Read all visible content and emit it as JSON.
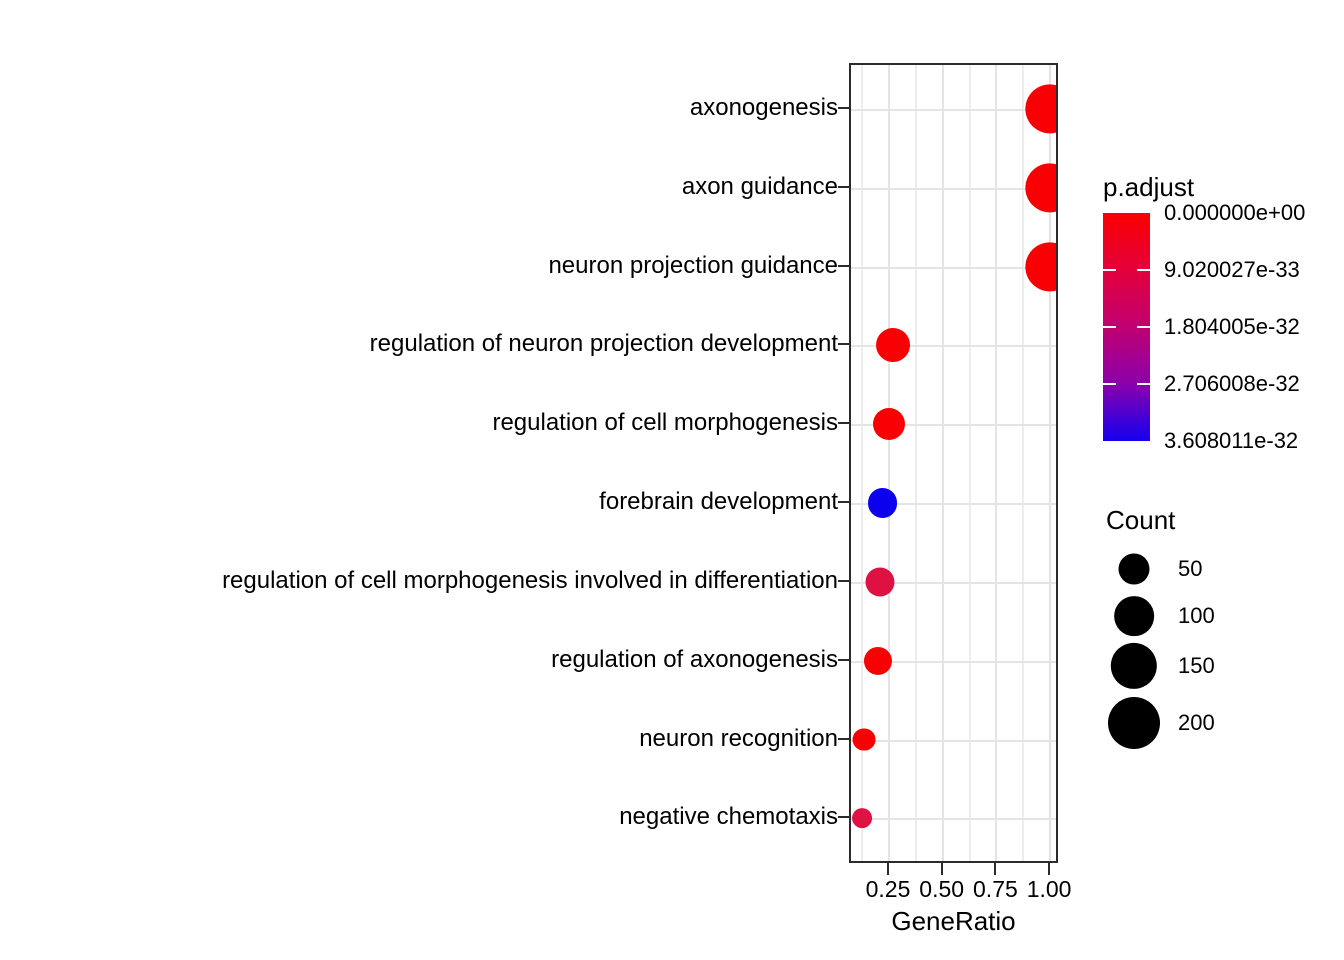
{
  "chart_data": {
    "type": "scatter",
    "subtype": "enrichment-dotplot",
    "title": "",
    "xlabel": "GeneRatio",
    "ylabel": "",
    "x_ticks": [
      0.25,
      0.5,
      0.75,
      1.0
    ],
    "x_tick_labels": [
      "0.25",
      "0.50",
      "0.75",
      "1.00"
    ],
    "x_minor_ticks": [
      0.125,
      0.375,
      0.625,
      0.875
    ],
    "xlim": [
      0.068,
      1.045
    ],
    "grid": "on",
    "categories": [
      "axonogenesis",
      "axon guidance",
      "neuron projection guidance",
      "regulation of neuron projection development",
      "regulation of cell morphogenesis",
      "forebrain development",
      "regulation of cell morphogenesis involved in differentiation",
      "regulation of axonogenesis",
      "neuron recognition",
      "negative chemotaxis"
    ],
    "points": [
      {
        "category": "axonogenesis",
        "gene_ratio": 1.0,
        "count": 175,
        "color": "#f90004"
      },
      {
        "category": "axon guidance",
        "gene_ratio": 1.0,
        "count": 175,
        "color": "#f90004"
      },
      {
        "category": "neuron projection guidance",
        "gene_ratio": 1.0,
        "count": 175,
        "color": "#f90004"
      },
      {
        "category": "regulation of neuron projection development",
        "gene_ratio": 0.27,
        "count": 65,
        "color": "#f90004"
      },
      {
        "category": "regulation of cell morphogenesis",
        "gene_ratio": 0.25,
        "count": 55,
        "color": "#f90004"
      },
      {
        "category": "forebrain development",
        "gene_ratio": 0.22,
        "count": 45,
        "color": "#0d00ee"
      },
      {
        "category": "regulation of cell morphogenesis involved in differentiation",
        "gene_ratio": 0.21,
        "count": 41,
        "color": "#dd1243"
      },
      {
        "category": "regulation of axonogenesis",
        "gene_ratio": 0.2,
        "count": 37,
        "color": "#f90004"
      },
      {
        "category": "neuron recognition",
        "gene_ratio": 0.135,
        "count": 19,
        "color": "#f90004"
      },
      {
        "category": "negative chemotaxis",
        "gene_ratio": 0.125,
        "count": 11,
        "color": "#df1243"
      }
    ],
    "legend_p_adjust": {
      "title": "p.adjust",
      "labels": [
        "0.000000e+00",
        "9.020027e-33",
        "1.804005e-32",
        "2.706008e-32",
        "3.608011e-32"
      ],
      "label_fractions": [
        0,
        0.25,
        0.5,
        0.75,
        1
      ],
      "tick_fractions": [
        0.25,
        0.5,
        0.75
      ],
      "gradient_stops": [
        "#fb0000",
        "#e4003c",
        "#c00070",
        "#8b00ab",
        "#1400f0"
      ],
      "high_color": "#fb0000",
      "low_color": "#1400f0"
    },
    "legend_count": {
      "title": "Count",
      "entries": [
        {
          "label": "50",
          "count": 50
        },
        {
          "label": "100",
          "count": 100
        },
        {
          "label": "150",
          "count": 150
        },
        {
          "label": "200",
          "count": 200
        }
      ],
      "circle_color": "#000000"
    }
  }
}
